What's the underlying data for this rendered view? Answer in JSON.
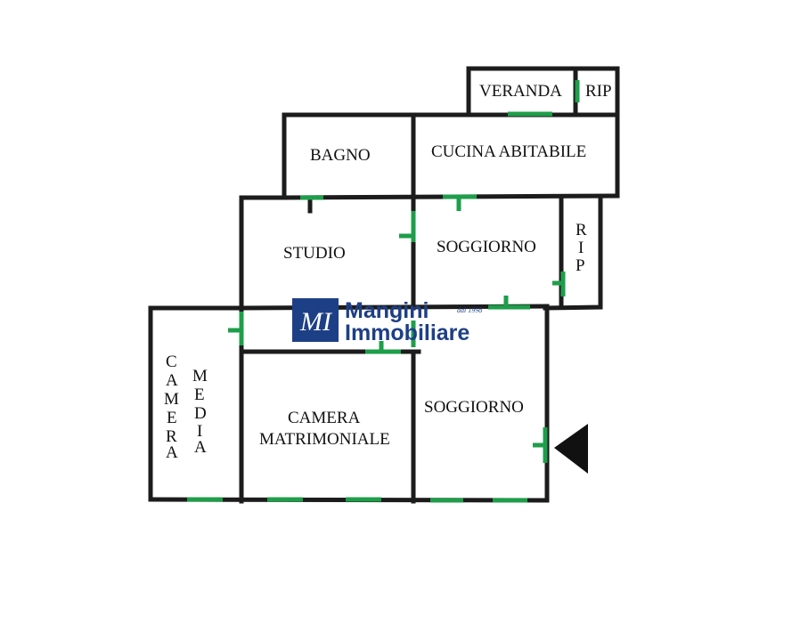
{
  "rooms": {
    "veranda": "VERANDA",
    "rip_top": "RIP",
    "bagno": "BAGNO",
    "cucina": "CUCINA ABITABILE",
    "studio": "STUDIO",
    "soggiorno_top": "SOGGIORNO",
    "rip_side": [
      "R",
      "I",
      "P"
    ],
    "camera_media_col1": [
      "C",
      "A",
      "M",
      "E",
      "R",
      "A"
    ],
    "camera_media_col2": [
      "M",
      "E",
      "D",
      "I",
      "A"
    ],
    "camera_matrimoniale_line1": "CAMERA",
    "camera_matrimoniale_line2": "MATRIMONIALE",
    "soggiorno_bottom": "SOGGIORNO"
  },
  "logo": {
    "monogram": "MI",
    "line1": "Mangini",
    "line2": "Immobiliare",
    "since": "dal 1998"
  },
  "colors": {
    "walls": "#1c1c1c",
    "doors": "#1e9e4a",
    "logo_blue": "#1d3f86"
  },
  "icons": {
    "entrance": "entrance-arrow-icon"
  }
}
